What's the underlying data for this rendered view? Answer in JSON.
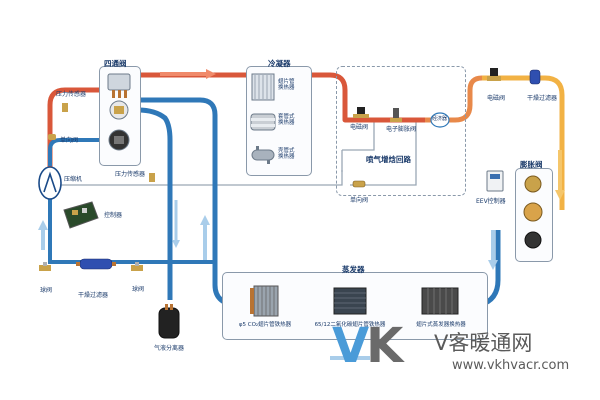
{
  "sections": {
    "four_way_valve": "四通阀",
    "condenser": "冷凝器",
    "injection_loop": "喷气增焓回路",
    "expansion_valve": "膨胀阀",
    "evaporator": "蒸发器"
  },
  "labels": {
    "pressure_sensor_top": "压力传感器",
    "check_valve": "单向阀",
    "compressor": "压缩机",
    "pressure_sensor_mid": "压力传感器",
    "controller": "控制器",
    "ball_valve_left": "球阀",
    "dryer_filter_left": "干燥过滤器",
    "ball_valve_right": "球阀",
    "gas_liquid_separator": "气液分离器",
    "solenoid_valve_loop": "电磁阀",
    "electronic_expansion_valve": "电子膨胀阀",
    "economizer": "经济器",
    "check_valve_loop": "单向阀",
    "solenoid_valve_right": "电磁阀",
    "dryer_filter_right": "干燥过滤器",
    "eev_controller": "EEV控制器"
  },
  "condenser_types": [
    {
      "line1": "翅片管",
      "line2": "换热器"
    },
    {
      "line1": "套管式",
      "line2": "换热器"
    },
    {
      "line1": "壳管式",
      "line2": "换热器"
    }
  ],
  "evaporator_types": [
    "φ5 CO₂翅片管铁热器",
    "65/12二氧化碳翅片管铁热器",
    "翅片式蒸发器换热器"
  ],
  "watermark": {
    "logo_v": "V",
    "logo_k": "K",
    "name": "V客暖通网",
    "url": "www.vkhvacr.com"
  },
  "colors": {
    "hot_pipe": "#d9573a",
    "cold_pipe": "#2f78b8",
    "liquid_pipe": "#f2b244",
    "gas_flow_arrow": "#f08a6a",
    "return_flow_arrow": "#a9cdea"
  }
}
